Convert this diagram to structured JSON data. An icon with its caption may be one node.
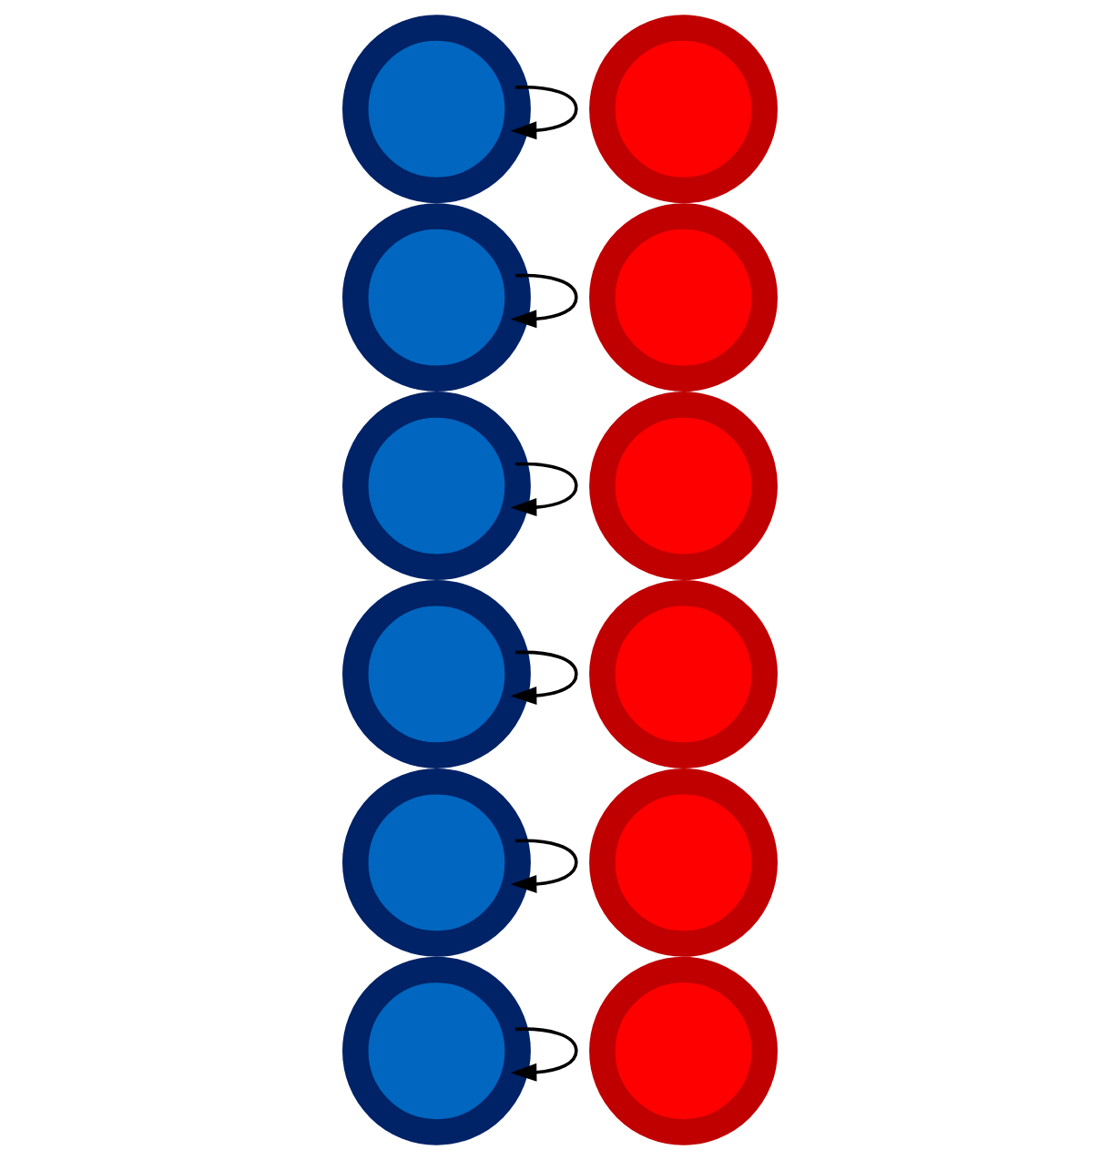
{
  "diagram": {
    "nodes": [
      {
        "text": [],
        "shape": "circle"
      },
      {
        "text": [],
        "shape": "circle"
      },
      {
        "text": [],
        "shape": "circle"
      },
      {
        "text": [],
        "shape": "circle"
      },
      {
        "text": [],
        "shape": "circle"
      },
      {
        "text": [],
        "shape": "circle"
      },
      {
        "text": [],
        "shape": "circle"
      },
      {
        "text": [],
        "shape": "circle"
      },
      {
        "text": [],
        "shape": "circle"
      },
      {
        "text": [],
        "shape": "circle"
      },
      {
        "text": [],
        "shape": "circle"
      },
      {
        "text": [],
        "shape": "circle"
      }
    ],
    "edges": [
      {
        "from": 0,
        "to": 0,
        "arrow": "to"
      },
      {
        "from": 1,
        "to": 1,
        "arrow": "to"
      },
      {
        "from": 2,
        "to": 2,
        "arrow": "to"
      },
      {
        "from": 3,
        "to": 3,
        "arrow": "to"
      },
      {
        "from": 4,
        "to": 4,
        "arrow": "to"
      },
      {
        "from": 5,
        "to": 5,
        "arrow": "to"
      }
    ]
  }
}
